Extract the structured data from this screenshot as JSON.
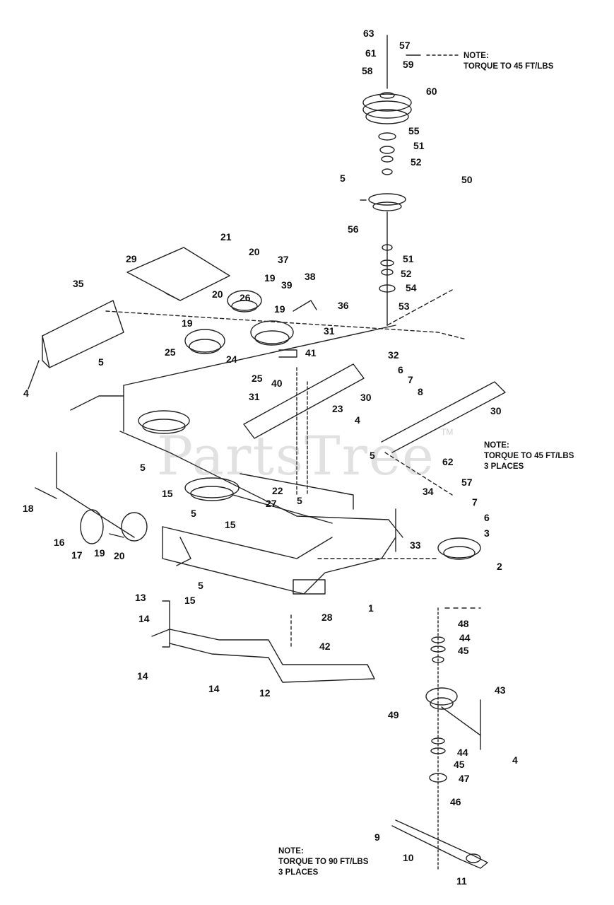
{
  "callouts": [
    "63",
    "57",
    "61",
    "59",
    "58",
    "60",
    "55",
    "51",
    "52",
    "5",
    "50",
    "56",
    "51",
    "52",
    "54",
    "53",
    "21",
    "29",
    "20",
    "37",
    "19",
    "39",
    "38",
    "35",
    "26",
    "20",
    "36",
    "19",
    "31",
    "19",
    "25",
    "41",
    "25",
    "24",
    "40",
    "32",
    "6",
    "7",
    "8",
    "5",
    "30",
    "4",
    "31",
    "23",
    "4",
    "30",
    "5",
    "5",
    "62",
    "57",
    "15",
    "34",
    "7",
    "18",
    "22",
    "27",
    "5",
    "6",
    "5",
    "15",
    "3",
    "16",
    "17",
    "19",
    "20",
    "33",
    "2",
    "1",
    "5",
    "13",
    "15",
    "14",
    "28",
    "48",
    "44",
    "45",
    "42",
    "14",
    "14",
    "12",
    "43",
    "49",
    "44",
    "4",
    "45",
    "47",
    "46",
    "9",
    "10",
    "11"
  ],
  "notes": {
    "top": [
      "NOTE:",
      "TORQUE TO 45 FT/LBS"
    ],
    "middle": [
      "NOTE:",
      "TORQUE TO 45 FT/LBS",
      "3 PLACES"
    ],
    "bottom": [
      "NOTE:",
      "TORQUE TO 90 FT/LBS",
      "3 PLACES"
    ]
  },
  "watermark": {
    "text": "PartsTree",
    "mark": "TM"
  },
  "colors": {
    "ink": "#111111",
    "line": "#222222",
    "watermark": "#b3b3b3"
  }
}
